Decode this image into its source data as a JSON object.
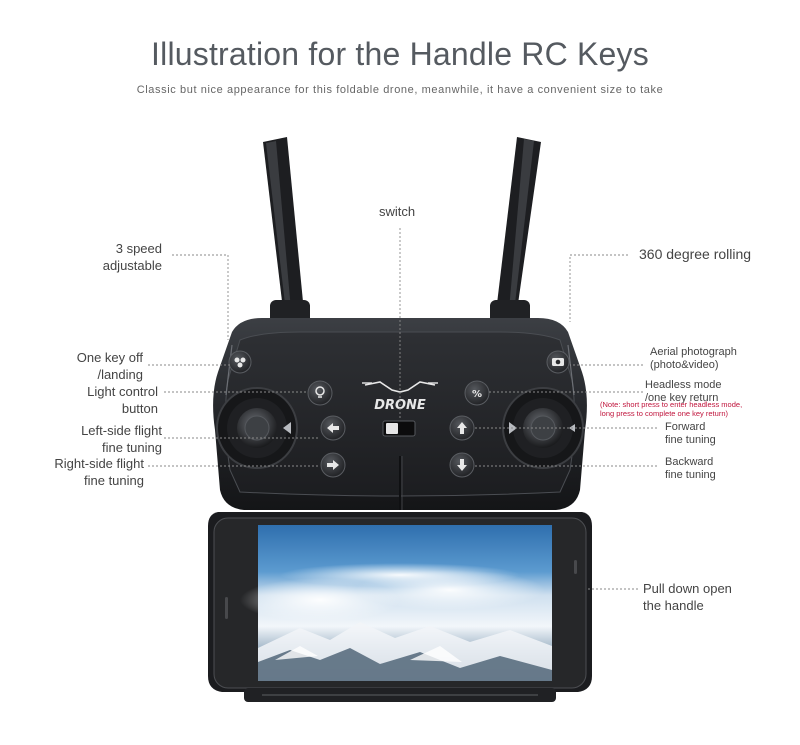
{
  "header": {
    "title": "Illustration for the Handle RC Keys",
    "subtitle": "Classic but nice appearance for this foldable drone, meanwhile, it have a convenient size to take"
  },
  "controller": {
    "logo_text": "DRONE"
  },
  "labels": {
    "switch": "switch",
    "speed_line1": "3 speed",
    "speed_line2": "adjustable",
    "rolling": "360 degree rolling",
    "takeoff_line1": "One key off",
    "takeoff_line2": "/landing",
    "light_line1": "Light control",
    "light_line2": "button",
    "left_line1": "Left-side flight",
    "left_line2": "fine tuning",
    "right_line1": "Right-side flight",
    "right_line2": "fine tuning",
    "photo_line1": "Aerial photograph",
    "photo_line2": "(photo&video)",
    "headless_line1": "Headless mode",
    "headless_line2": "/one key return",
    "headless_note_line1": "(Note: short press to enter headless mode,",
    "headless_note_line2": "long press to complete one key return)",
    "forward_line1": "Forward",
    "forward_line2": "fine tuning",
    "backward_line1": "Backward",
    "backward_line2": "fine tuning",
    "pulldown_line1": "Pull down open",
    "pulldown_line2": "the handle"
  },
  "icons": [
    "antenna-icon",
    "joystick-icon",
    "phone-icon",
    "camera-icon",
    "bulb-icon",
    "arrow-left-icon",
    "arrow-up-icon",
    "arrow-down-icon",
    "arrow-right-icon",
    "headless-icon",
    "drone-logo-icon"
  ]
}
